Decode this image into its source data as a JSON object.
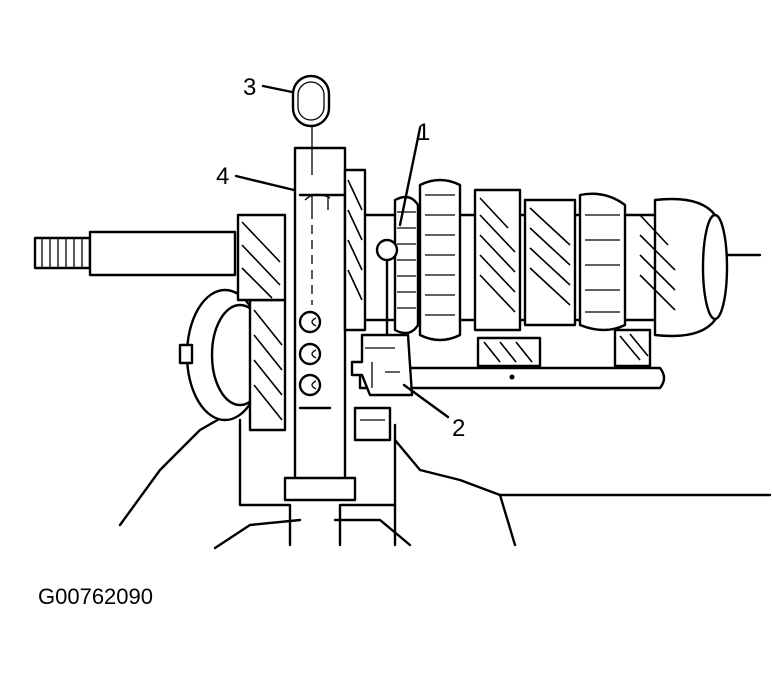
{
  "diagram": {
    "callouts": [
      {
        "id": "1",
        "label": "1"
      },
      {
        "id": "2",
        "label": "2"
      },
      {
        "id": "3",
        "label": "3"
      },
      {
        "id": "4",
        "label": "4"
      }
    ],
    "figure_id": "G00762090"
  }
}
